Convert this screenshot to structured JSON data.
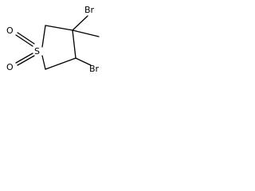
{
  "molecule": {
    "atoms": {
      "sulfur": "S",
      "oxygen_top": "O",
      "oxygen_bottom": "O",
      "bromine_top": "Br",
      "bromine_bottom": "Br"
    }
  }
}
